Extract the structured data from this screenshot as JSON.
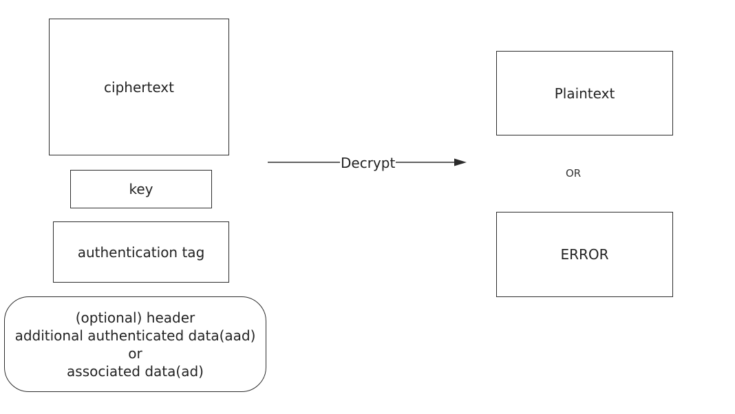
{
  "inputs": {
    "ciphertext": "ciphertext",
    "key": "key",
    "auth_tag": "authentication tag",
    "header_lines": [
      "(optional) header",
      "additional authenticated data(aad)",
      "or",
      "associated data(ad)"
    ]
  },
  "process": {
    "label": "Decrypt"
  },
  "outputs": {
    "plaintext": "Plaintext",
    "separator": "OR",
    "error": "ERROR"
  },
  "colors": {
    "stroke": "#2b2b2b",
    "background": "#ffffff",
    "text": "#222222"
  }
}
